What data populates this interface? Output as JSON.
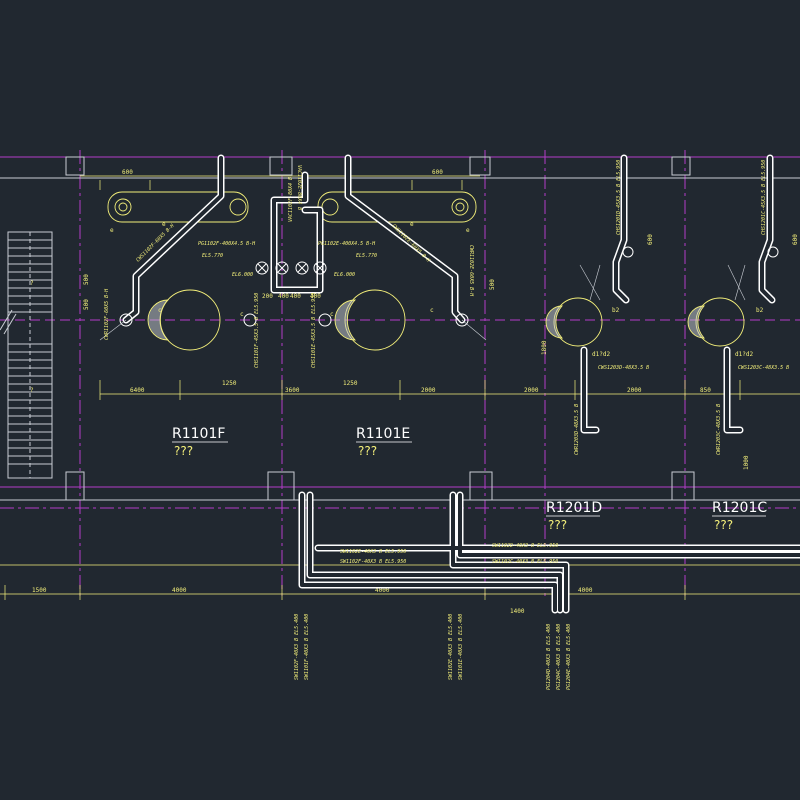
{
  "colors": {
    "background": "#212830",
    "grid_magenta": "#b23bc7",
    "dimension_yellow": "#f3ef7a",
    "pipe_white": "#ffffff",
    "column_grey": "#c9cdd4"
  },
  "equipment": [
    {
      "tag": "R1101F",
      "sub": "???"
    },
    {
      "tag": "R1101E",
      "sub": "???"
    },
    {
      "tag": "R1201D",
      "sub": "???"
    },
    {
      "tag": "R1201C",
      "sub": "???"
    }
  ],
  "dimensions": {
    "top": [
      "600",
      "600"
    ],
    "mid_row": [
      "6400",
      "1250",
      "3600",
      "1250",
      "2000",
      "2000",
      "2000",
      "850"
    ],
    "bottom_row": [
      "1500",
      "4000",
      "4000",
      "4000"
    ],
    "small": [
      "400",
      "400",
      "400",
      "200",
      "500",
      "500",
      "500",
      "600",
      "600",
      "1400",
      "1800",
      "1000"
    ],
    "marks": [
      "d1?d2",
      "d1?d2",
      "?",
      "?",
      "c",
      "c",
      "c",
      "c",
      "e",
      "e",
      "e",
      "e",
      "b2",
      "b2"
    ]
  },
  "pipe_labels": {
    "upper_left": [
      "PG1102F-400X4.5 B-H",
      "CWS1102F-60X5 B-H",
      "CWR1102F-60X5 B-H",
      "EL5.770"
    ],
    "upper_mid": [
      "PG1102E-400X4.5 B-H",
      "CWS1102E-60X5 B-H",
      "CWR1102E-60X5 B-H",
      "EL5.770"
    ],
    "center": [
      "VAC1102F-80X4 B",
      "VAC1102E-80X4 B",
      "EL6.000",
      "EL6.000"
    ],
    "right": [
      "CWS1203D-48X3.5 B",
      "CWR1203D-48X3.5 B",
      "CWS1203C-48X3.5 B",
      "CWR1203C-48X3.5 B"
    ],
    "lower_horizontal": [
      "SW1102E-40X3 B EL5.950",
      "SW1102F-40X3 B EL5.950",
      "SW1102D-40X3 B EL5.950",
      "SW1102C-40X3 B EL5.950"
    ],
    "lower_vertical_left": [
      "SW1102F-40X3 B EL5.400",
      "SW1101F-40X3 B EL5.400"
    ],
    "lower_vertical_mid": [
      "SW1102E-40X3 B EL5.400",
      "SW1101E-40X3 B EL5.400"
    ],
    "lower_vertical_right": [
      "PG1204D-40X3 B EL5.400",
      "PG1204C-40X3 B EL5.400",
      "PG1204E-40X3 B EL5.400"
    ],
    "upper_vertical": [
      "CHS1101F-45X3.5 B EL5.950",
      "CHS1101E-45X3.5 B EL5.950",
      "CHS1201D-45X3.5 B EL5.950",
      "CHS1201C-45X3.5 B EL5.950"
    ]
  }
}
